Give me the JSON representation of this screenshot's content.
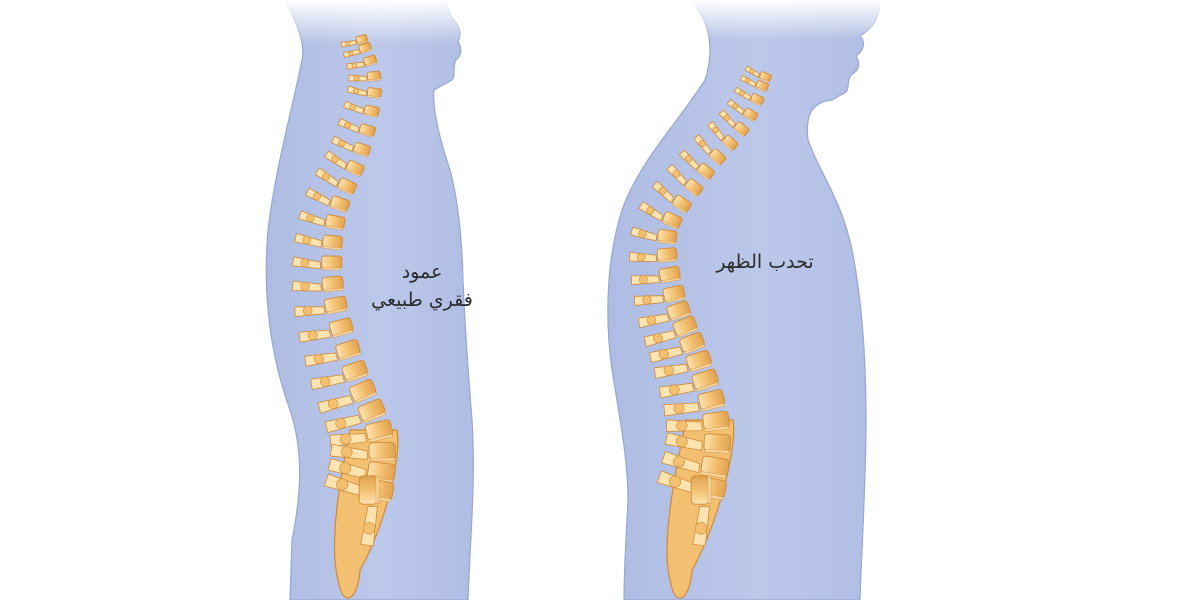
{
  "figure": {
    "colors": {
      "body_fill": "#b4c1e6",
      "body_edge": "#8f9fd0",
      "body_glow": "#dfe6f8",
      "vertebra_fill": "#f3c071",
      "vertebra_light": "#fde3b0",
      "vertebra_edge": "#d08a36",
      "disc_fill": "#f6d6a3",
      "background": "#ffffff"
    },
    "panels": [
      {
        "id": "normal",
        "caption_line1": "عمود",
        "caption_line2": "فقري طبيعي"
      },
      {
        "id": "kyphosis",
        "caption_line1": "تحدب الظهر"
      }
    ]
  }
}
